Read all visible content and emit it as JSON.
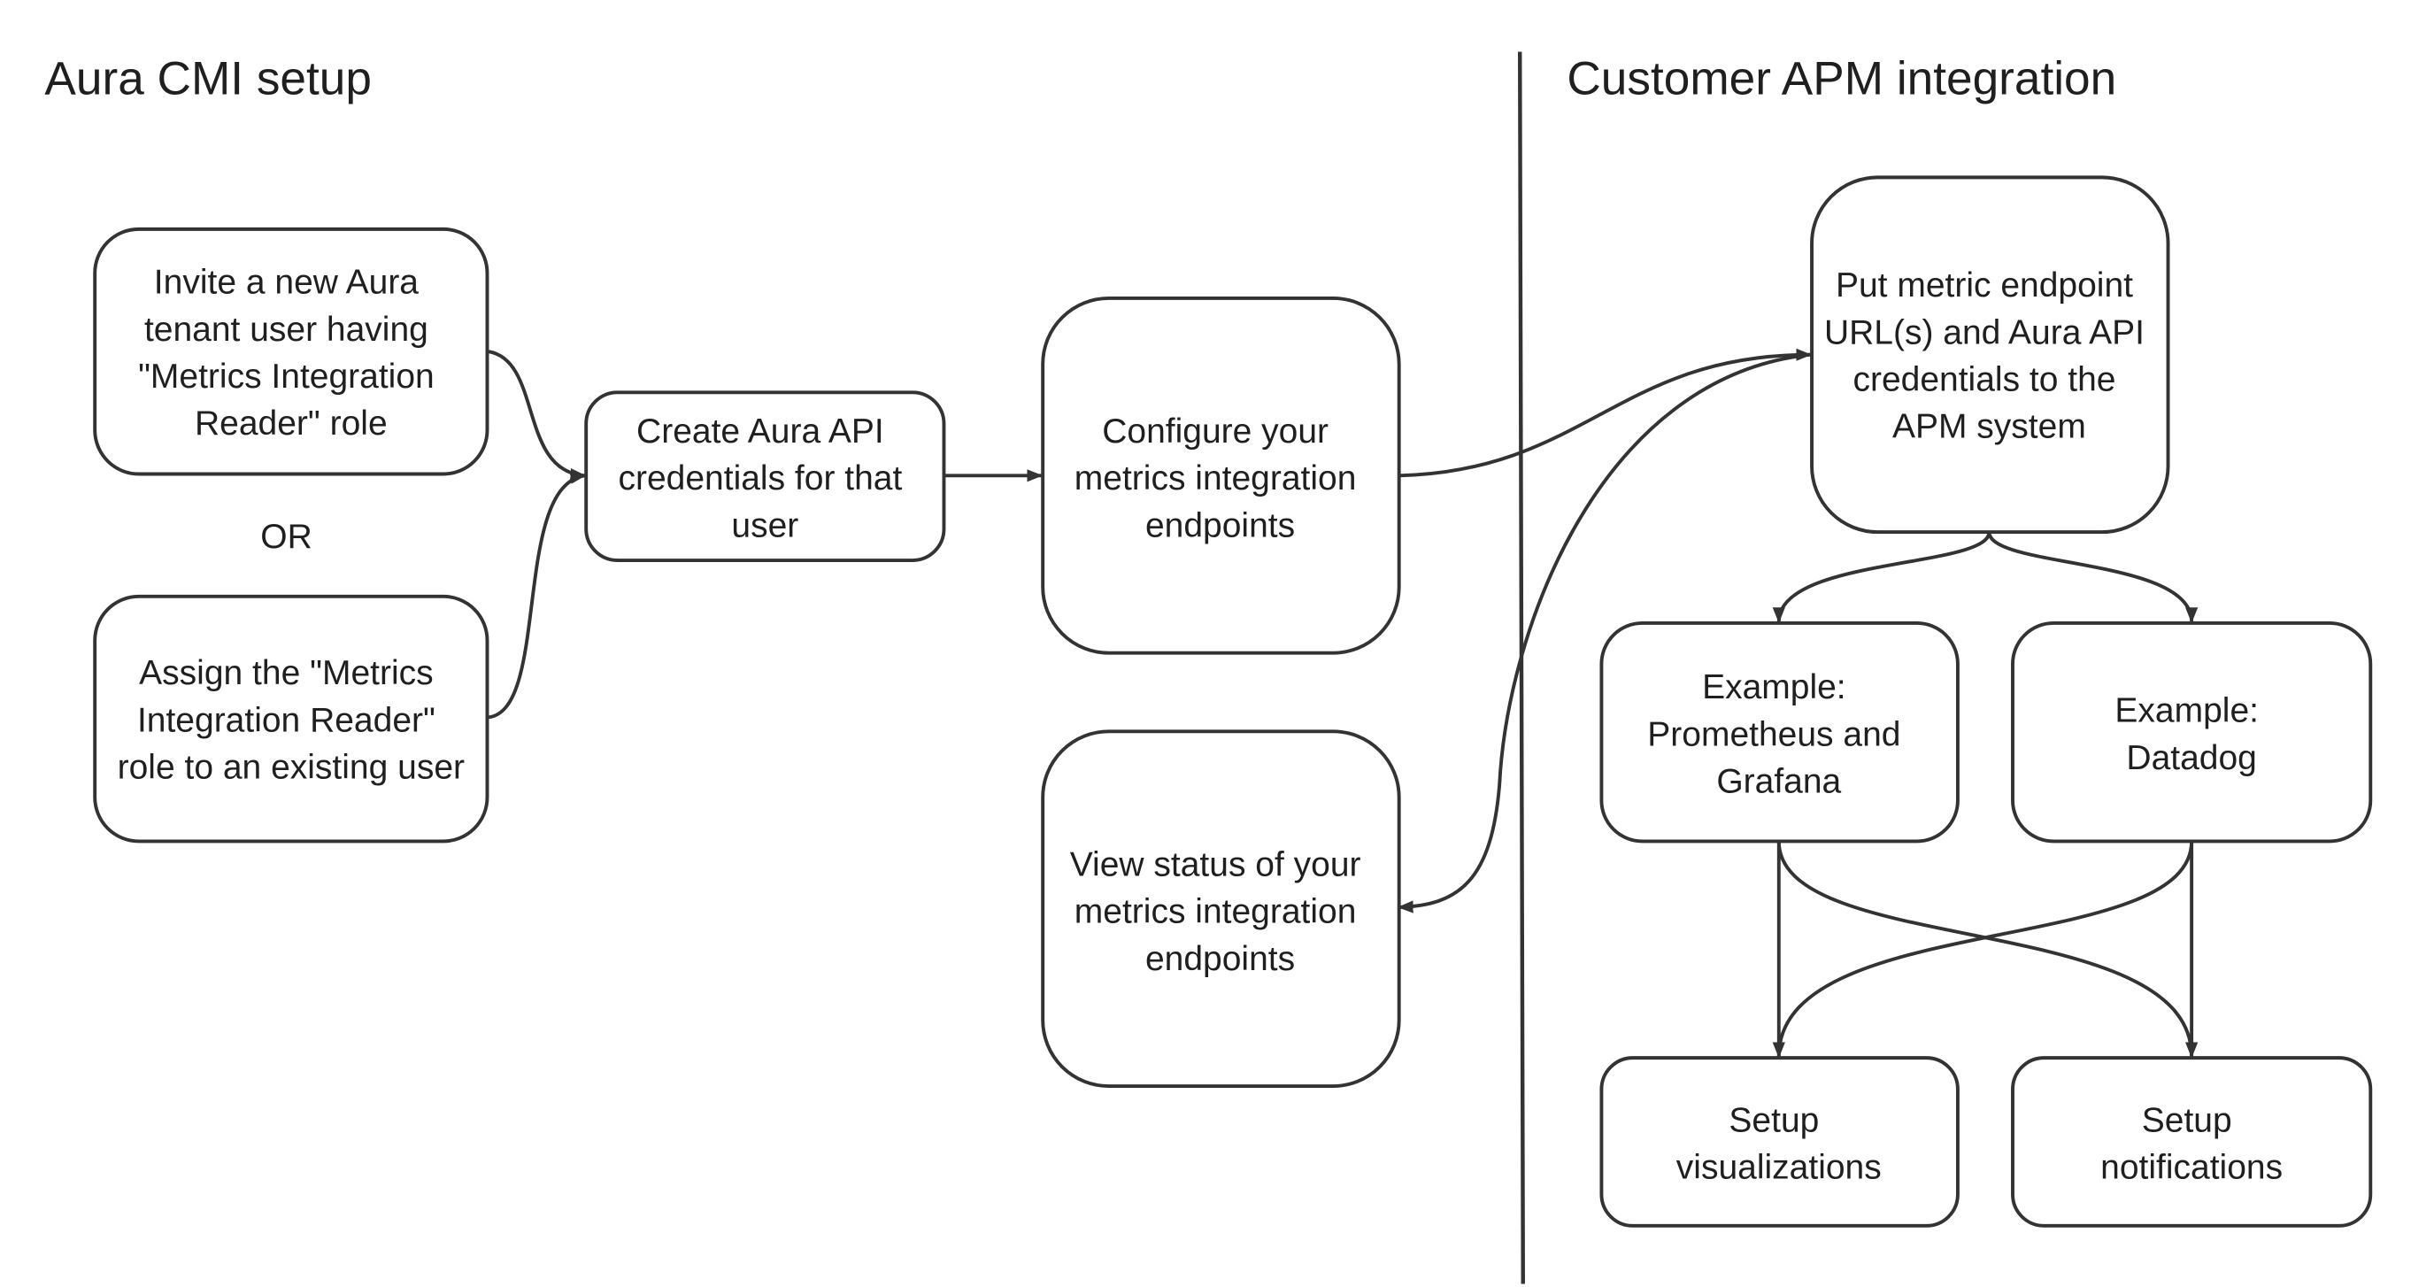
{
  "sections": {
    "left_title": "Aura CMI setup",
    "right_title": "Customer APM integration"
  },
  "nodes": {
    "invite_user": {
      "lines": [
        "Invite a new Aura",
        "tenant user having",
        "\"Metrics Integration",
        "Reader\" role"
      ]
    },
    "or_label": "OR",
    "assign_role": {
      "lines": [
        "Assign the \"Metrics",
        "Integration Reader\"",
        "role to an existing user"
      ]
    },
    "create_credentials": {
      "lines": [
        "Create Aura API",
        "credentials for that",
        "user"
      ]
    },
    "configure_endpoints": {
      "lines": [
        "Configure your",
        "metrics integration",
        "endpoints"
      ]
    },
    "view_status": {
      "lines": [
        "View status of your",
        "metrics integration",
        "endpoints"
      ]
    },
    "put_endpoint": {
      "lines": [
        "Put metric endpoint",
        "URL(s) and Aura API",
        "credentials to the",
        "APM system"
      ]
    },
    "example_prometheus": {
      "lines": [
        "Example:",
        "Prometheus and",
        "Grafana"
      ]
    },
    "example_datadog": {
      "lines": [
        "Example:",
        "Datadog"
      ]
    },
    "setup_visualizations": {
      "lines": [
        "Setup",
        "visualizations"
      ]
    },
    "setup_notifications": {
      "lines": [
        "Setup",
        "notifications"
      ]
    }
  },
  "colors": {
    "stroke": "#333333",
    "text": "#1f1f1f",
    "background": "#ffffff"
  }
}
